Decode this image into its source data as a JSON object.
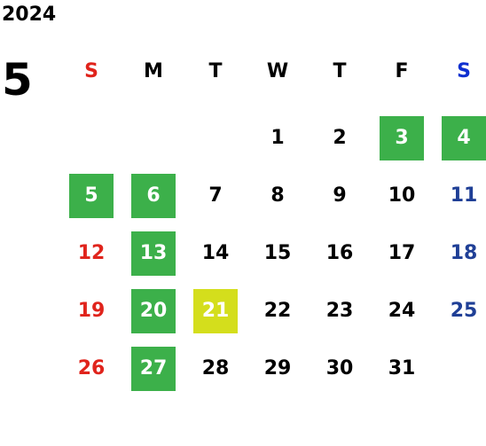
{
  "calendar": {
    "year": "2024",
    "month": "5",
    "weekdays": [
      {
        "label": "S",
        "kind": "sun"
      },
      {
        "label": "M",
        "kind": "wk"
      },
      {
        "label": "T",
        "kind": "wk"
      },
      {
        "label": "W",
        "kind": "wk"
      },
      {
        "label": "T",
        "kind": "wk"
      },
      {
        "label": "F",
        "kind": "wk"
      },
      {
        "label": "S",
        "kind": "sat"
      }
    ],
    "weeks": [
      [
        null,
        null,
        null,
        {
          "day": "1",
          "kind": "wk"
        },
        {
          "day": "2",
          "kind": "wk"
        },
        {
          "day": "3",
          "kind": "wk",
          "highlight": "holiday"
        },
        {
          "day": "4",
          "kind": "sat",
          "highlight": "holiday"
        }
      ],
      [
        {
          "day": "5",
          "kind": "sun",
          "highlight": "holiday"
        },
        {
          "day": "6",
          "kind": "wk",
          "highlight": "holiday"
        },
        {
          "day": "7",
          "kind": "wk"
        },
        {
          "day": "8",
          "kind": "wk"
        },
        {
          "day": "9",
          "kind": "wk"
        },
        {
          "day": "10",
          "kind": "wk"
        },
        {
          "day": "11",
          "kind": "sat"
        }
      ],
      [
        {
          "day": "12",
          "kind": "sun"
        },
        {
          "day": "13",
          "kind": "wk",
          "highlight": "holiday"
        },
        {
          "day": "14",
          "kind": "wk"
        },
        {
          "day": "15",
          "kind": "wk"
        },
        {
          "day": "16",
          "kind": "wk"
        },
        {
          "day": "17",
          "kind": "wk"
        },
        {
          "day": "18",
          "kind": "sat"
        }
      ],
      [
        {
          "day": "19",
          "kind": "sun"
        },
        {
          "day": "20",
          "kind": "wk",
          "highlight": "holiday"
        },
        {
          "day": "21",
          "kind": "wk",
          "highlight": "today"
        },
        {
          "day": "22",
          "kind": "wk"
        },
        {
          "day": "23",
          "kind": "wk"
        },
        {
          "day": "24",
          "kind": "wk"
        },
        {
          "day": "25",
          "kind": "sat"
        }
      ],
      [
        {
          "day": "26",
          "kind": "sun"
        },
        {
          "day": "27",
          "kind": "wk",
          "highlight": "holiday"
        },
        {
          "day": "28",
          "kind": "wk"
        },
        {
          "day": "29",
          "kind": "wk"
        },
        {
          "day": "30",
          "kind": "wk"
        },
        {
          "day": "31",
          "kind": "wk"
        },
        null
      ]
    ]
  },
  "colors": {
    "sunday": "#e0241c",
    "saturday": "#1f3f96",
    "saturday_header": "#1030d0",
    "holiday_highlight": "#3cb04a",
    "today_highlight": "#d4de1c"
  }
}
